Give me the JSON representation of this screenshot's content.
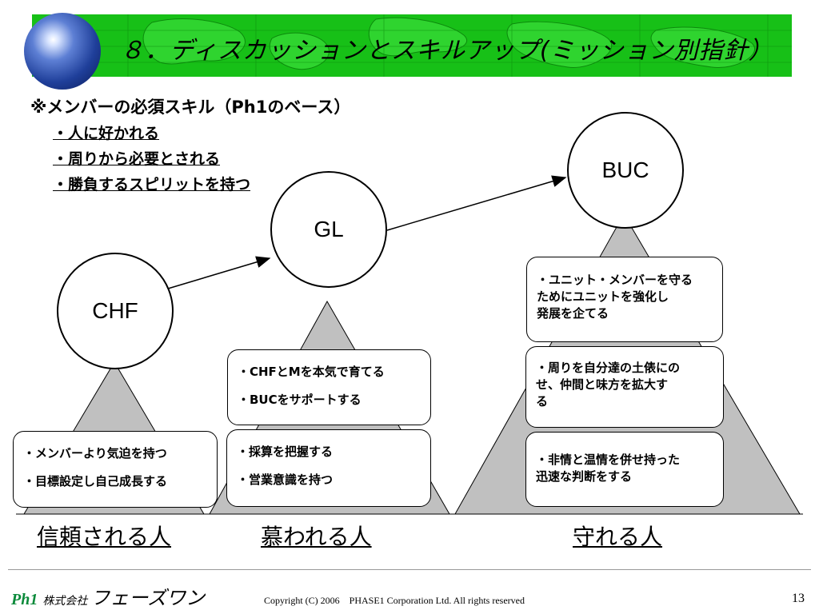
{
  "header": {
    "title": "８．ディスカッションとスキルアップ(ミッション別指針）"
  },
  "skills": {
    "heading": "※メンバーの必須スキル（Ph1のベース）",
    "items": [
      "・人に好かれる",
      "・周りから必要とされる",
      "・勝負するスピリットを持つ"
    ]
  },
  "levels": [
    {
      "circle_label": "CHF",
      "role_label": "信頼される人",
      "boxes": [
        [
          "・メンバーより気迫を持つ",
          "・目標設定し自己成長する"
        ]
      ]
    },
    {
      "circle_label": "GL",
      "role_label": "慕われる人",
      "boxes": [
        [
          "・CHFとMを本気で育てる",
          "・BUCをサポートする"
        ],
        [
          "・採算を把握する",
          "・営業意識を持つ"
        ]
      ]
    },
    {
      "circle_label": "BUC",
      "role_label": "守れる人",
      "boxes": [
        [
          "・ユニット・メンバーを守る",
          "ためにユニットを強化し",
          "発展を企てる"
        ],
        [
          "・周りを自分達の土俵にの",
          "せ、仲間と味方を拡大す",
          "る"
        ],
        [
          "・非情と温情を併せ持った",
          "迅速な判断をする"
        ]
      ]
    }
  ],
  "footer": {
    "logo_mark": "Ph1",
    "logo_company": "株式会社",
    "logo_name": "フェーズワン",
    "copyright": "Copyright (C) 2006　PHASE1 Corporation Ltd. All rights reserved",
    "page_number": "13"
  },
  "colors": {
    "title_bar": "#17c017",
    "triangle_fill": "#c0c0c0",
    "logo_green": "#0a8a3a"
  }
}
